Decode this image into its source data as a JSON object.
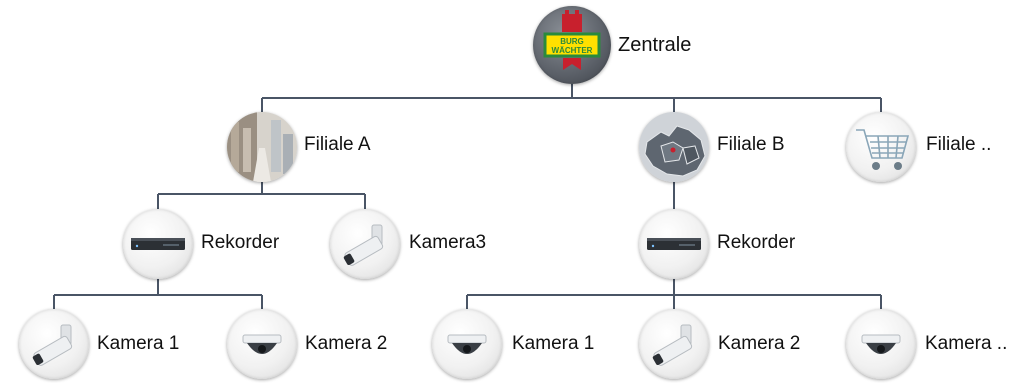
{
  "colors": {
    "line": "#4a5566",
    "brand_red": "#c8202d",
    "brand_green": "#2a8a3c",
    "brand_yellow": "#ffe000"
  },
  "root": {
    "label": "Zentrale",
    "logo_text_1": "BURG",
    "logo_text_2": "WÄCHTER",
    "icon": "burg-waechter-logo-icon"
  },
  "branches": [
    {
      "label": "Filiale A",
      "icon": "warehouse-photo-icon",
      "children": [
        {
          "label": "Rekorder",
          "icon": "recorder-icon",
          "children": [
            {
              "label": "Kamera 1",
              "icon": "bullet-camera-icon"
            },
            {
              "label": "Kamera 2",
              "icon": "dome-camera-icon"
            }
          ]
        },
        {
          "label": "Kamera3",
          "icon": "bullet-camera-icon"
        }
      ]
    },
    {
      "label": "Filiale B",
      "icon": "europe-map-icon",
      "children": [
        {
          "label": "Rekorder",
          "icon": "recorder-icon",
          "children": [
            {
              "label": "Kamera 1",
              "icon": "dome-camera-icon"
            },
            {
              "label": "Kamera 2",
              "icon": "bullet-camera-icon"
            },
            {
              "label": "Kamera ..",
              "icon": "dome-camera-icon"
            }
          ]
        }
      ]
    },
    {
      "label": "Filiale ..",
      "icon": "shopping-cart-icon",
      "children": []
    }
  ]
}
